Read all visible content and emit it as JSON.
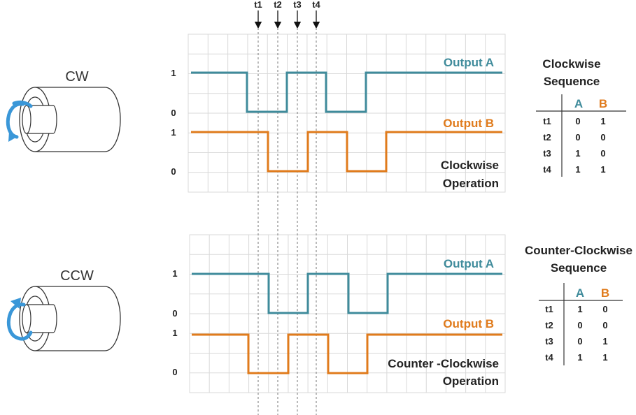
{
  "colors": {
    "output_a": "#3f8b9b",
    "output_b": "#e07b1c",
    "grid": "#d9d9d9",
    "arrow": "#3a97d8",
    "text": "#222222"
  },
  "time_markers": [
    "t1",
    "t2",
    "t3",
    "t4"
  ],
  "cw": {
    "encoder_label": "CW",
    "icon": "clockwise-rotation-arrow",
    "level_high": "1",
    "level_low": "0",
    "output_a_label": "Output A",
    "output_b_label": "Output B",
    "operation_line1": "Clockwise",
    "operation_line2": "Operation",
    "output_a_levels": [
      1,
      0,
      1,
      0,
      1
    ],
    "output_b_levels": [
      1,
      0,
      1,
      0,
      1
    ],
    "sequence_title_line1": "Clockwise",
    "sequence_title_line2": "Sequence",
    "table_header": [
      "",
      "A",
      "B"
    ],
    "table_rows": [
      [
        "t1",
        "0",
        "1"
      ],
      [
        "t2",
        "0",
        "0"
      ],
      [
        "t3",
        "1",
        "0"
      ],
      [
        "t4",
        "1",
        "1"
      ]
    ]
  },
  "ccw": {
    "encoder_label": "CCW",
    "icon": "counter-clockwise-rotation-arrow",
    "level_high": "1",
    "level_low": "0",
    "output_a_label": "Output A",
    "output_b_label": "Output B",
    "operation_line1": "Counter -Clockwise",
    "operation_line2": "Operation",
    "output_a_levels": [
      1,
      0,
      1,
      0,
      1
    ],
    "output_b_levels": [
      1,
      0,
      1,
      0,
      1
    ],
    "sequence_title_line1": "Counter-Clockwise",
    "sequence_title_line2": "Sequence",
    "table_header": [
      "",
      "A",
      "B"
    ],
    "table_rows": [
      [
        "t1",
        "1",
        "0"
      ],
      [
        "t2",
        "0",
        "0"
      ],
      [
        "t3",
        "0",
        "1"
      ],
      [
        "t4",
        "1",
        "1"
      ]
    ]
  }
}
